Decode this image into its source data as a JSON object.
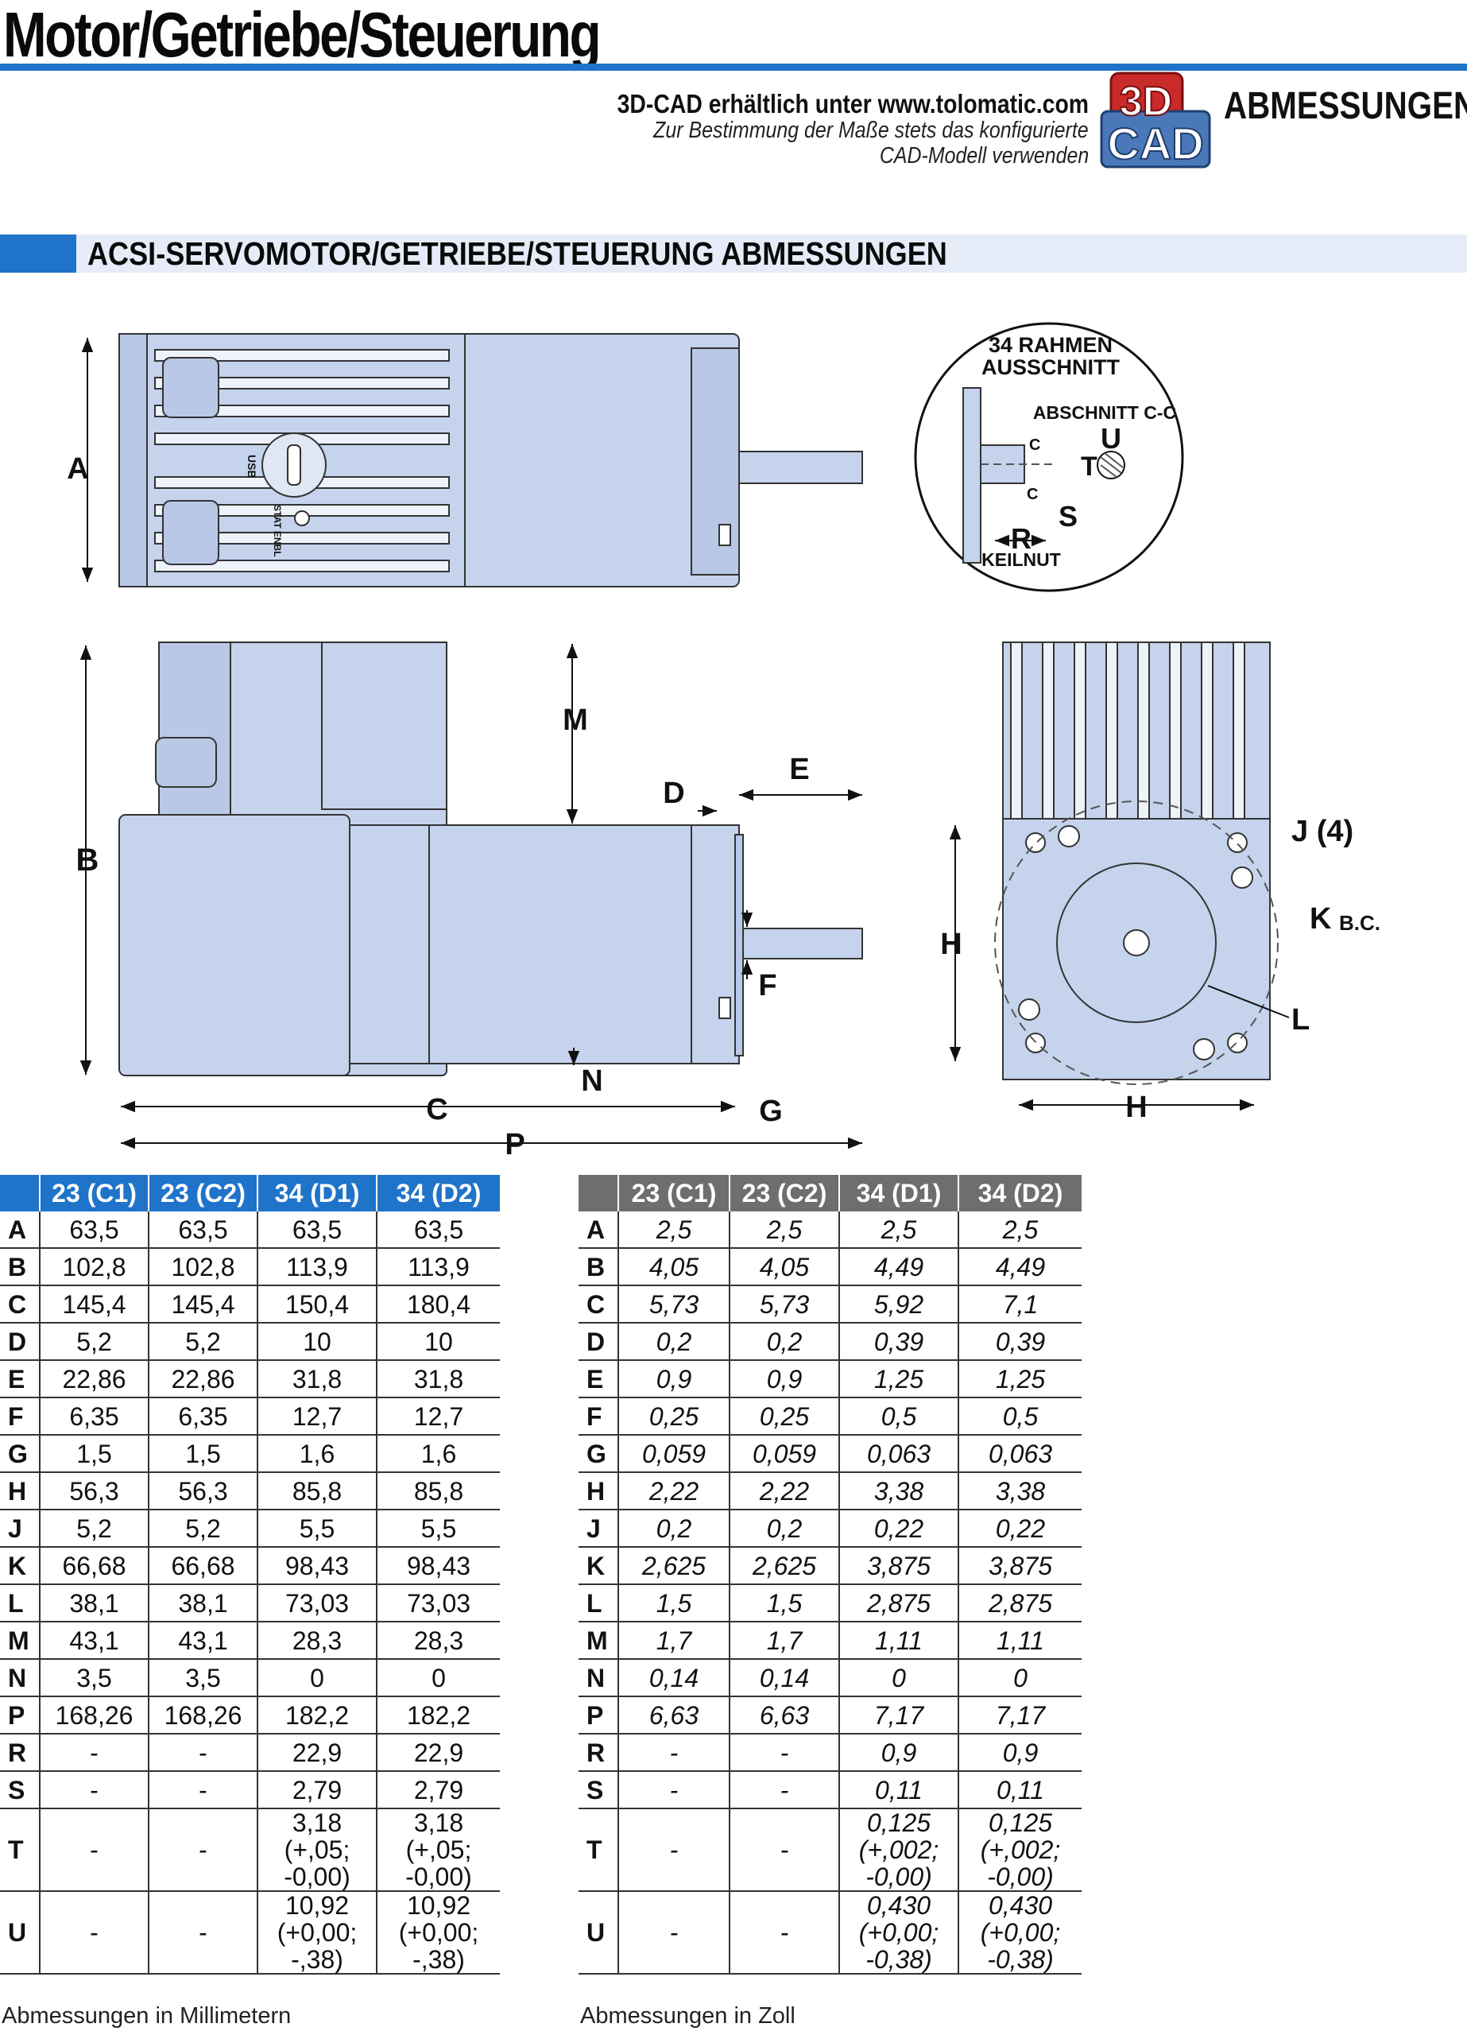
{
  "header": {
    "title": "Motor/Getriebe/Steuerung",
    "cad_line1": "3D-CAD erhältlich unter www.tolomatic.com",
    "cad_line2": "Zur Bestimmung der Maße stets das konfigurierte",
    "cad_line3": "CAD-Modell verwenden",
    "logo_top": "3D",
    "logo_bottom": "CAD",
    "section_label": "ABMESSUNGEN",
    "section_title": "ACSI-SERVOMOTOR/GETRIEBE/STEUERUNG ABMESSUNGEN"
  },
  "drawing": {
    "label_A": "A",
    "label_B": "B",
    "label_C": "C",
    "label_D": "D",
    "label_E": "E",
    "label_F": "F",
    "label_G": "G",
    "label_H": "H",
    "label_J": "J (4)",
    "label_K": "K",
    "label_K_suffix": "B.C.",
    "label_L": "L",
    "label_M": "M",
    "label_N": "N",
    "label_P": "P",
    "usb": "USB",
    "status": "STAT ENBL",
    "inset": {
      "title1": "34 RAHMEN",
      "title2": "AUSSCHNITT",
      "section": "ABSCHNITT C-C",
      "c": "C",
      "t": "T",
      "u": "U",
      "r": "R",
      "s": "S",
      "keyway": "KEILNUT"
    }
  },
  "columns": [
    "23 (C1)",
    "23 (C2)",
    "34 (D1)",
    "34 (D2)"
  ],
  "table_mm": {
    "rows": [
      {
        "label": "A",
        "v": [
          "63,5",
          "63,5",
          "63,5",
          "63,5"
        ]
      },
      {
        "label": "B",
        "v": [
          "102,8",
          "102,8",
          "113,9",
          "113,9"
        ]
      },
      {
        "label": "C",
        "v": [
          "145,4",
          "145,4",
          "150,4",
          "180,4"
        ]
      },
      {
        "label": "D",
        "v": [
          "5,2",
          "5,2",
          "10",
          "10"
        ]
      },
      {
        "label": "E",
        "v": [
          "22,86",
          "22,86",
          "31,8",
          "31,8"
        ]
      },
      {
        "label": "F",
        "v": [
          "6,35",
          "6,35",
          "12,7",
          "12,7"
        ]
      },
      {
        "label": "G",
        "v": [
          "1,5",
          "1,5",
          "1,6",
          "1,6"
        ]
      },
      {
        "label": "H",
        "v": [
          "56,3",
          "56,3",
          "85,8",
          "85,8"
        ]
      },
      {
        "label": "J",
        "v": [
          "5,2",
          "5,2",
          "5,5",
          "5,5"
        ]
      },
      {
        "label": "K",
        "v": [
          "66,68",
          "66,68",
          "98,43",
          "98,43"
        ]
      },
      {
        "label": "L",
        "v": [
          "38,1",
          "38,1",
          "73,03",
          "73,03"
        ]
      },
      {
        "label": "M",
        "v": [
          "43,1",
          "43,1",
          "28,3",
          "28,3"
        ]
      },
      {
        "label": "N",
        "v": [
          "3,5",
          "3,5",
          "0",
          "0"
        ]
      },
      {
        "label": "P",
        "v": [
          "168,26",
          "168,26",
          "182,2",
          "182,2"
        ]
      },
      {
        "label": "R",
        "v": [
          "-",
          "-",
          "22,9",
          "22,9"
        ]
      },
      {
        "label": "S",
        "v": [
          "-",
          "-",
          "2,79",
          "2,79"
        ]
      }
    ],
    "T": {
      "label": "T",
      "v": [
        "-",
        "-"
      ],
      "d1": [
        "3,18",
        "(+,05;",
        "-0,00)"
      ],
      "d2": [
        "3,18",
        "(+,05;",
        "-0,00)"
      ]
    },
    "U": {
      "label": "U",
      "v": [
        "-",
        "-"
      ],
      "d1": [
        "10,92",
        "(+0,00;",
        "-,38)"
      ],
      "d2": [
        "10,92",
        "(+0,00;",
        "-,38)"
      ]
    },
    "caption": "Abmessungen in Millimetern"
  },
  "table_in": {
    "rows": [
      {
        "label": "A",
        "v": [
          "2,5",
          "2,5",
          "2,5",
          "2,5"
        ]
      },
      {
        "label": "B",
        "v": [
          "4,05",
          "4,05",
          "4,49",
          "4,49"
        ]
      },
      {
        "label": "C",
        "v": [
          "5,73",
          "5,73",
          "5,92",
          "7,1"
        ]
      },
      {
        "label": "D",
        "v": [
          "0,2",
          "0,2",
          "0,39",
          "0,39"
        ]
      },
      {
        "label": "E",
        "v": [
          "0,9",
          "0,9",
          "1,25",
          "1,25"
        ]
      },
      {
        "label": "F",
        "v": [
          "0,25",
          "0,25",
          "0,5",
          "0,5"
        ]
      },
      {
        "label": "G",
        "v": [
          "0,059",
          "0,059",
          "0,063",
          "0,063"
        ]
      },
      {
        "label": "H",
        "v": [
          "2,22",
          "2,22",
          "3,38",
          "3,38"
        ]
      },
      {
        "label": "J",
        "v": [
          "0,2",
          "0,2",
          "0,22",
          "0,22"
        ]
      },
      {
        "label": "K",
        "v": [
          "2,625",
          "2,625",
          "3,875",
          "3,875"
        ]
      },
      {
        "label": "L",
        "v": [
          "1,5",
          "1,5",
          "2,875",
          "2,875"
        ]
      },
      {
        "label": "M",
        "v": [
          "1,7",
          "1,7",
          "1,11",
          "1,11"
        ]
      },
      {
        "label": "N",
        "v": [
          "0,14",
          "0,14",
          "0",
          "0"
        ]
      },
      {
        "label": "P",
        "v": [
          "6,63",
          "6,63",
          "7,17",
          "7,17"
        ]
      },
      {
        "label": "R",
        "v": [
          "-",
          "-",
          "0,9",
          "0,9"
        ]
      },
      {
        "label": "S",
        "v": [
          "-",
          "-",
          "0,11",
          "0,11"
        ]
      }
    ],
    "T": {
      "label": "T",
      "v": [
        "-",
        "-"
      ],
      "d1": [
        "0,125",
        "(+,002;",
        "-0,00)"
      ],
      "d2": [
        "0,125",
        "(+,002;",
        "-0,00)"
      ]
    },
    "U": {
      "label": "U",
      "v": [
        "-",
        "-"
      ],
      "d1": [
        "0,430",
        "(+0,00;",
        "-0,38)"
      ],
      "d2": [
        "0,430",
        "(+0,00;",
        "-0,38)"
      ]
    },
    "caption": "Abmessungen in Zoll"
  },
  "colors": {
    "accent": "#1f73c9",
    "part_fill": "#c5d3ec",
    "imperial_header": "#6e6e6e"
  }
}
